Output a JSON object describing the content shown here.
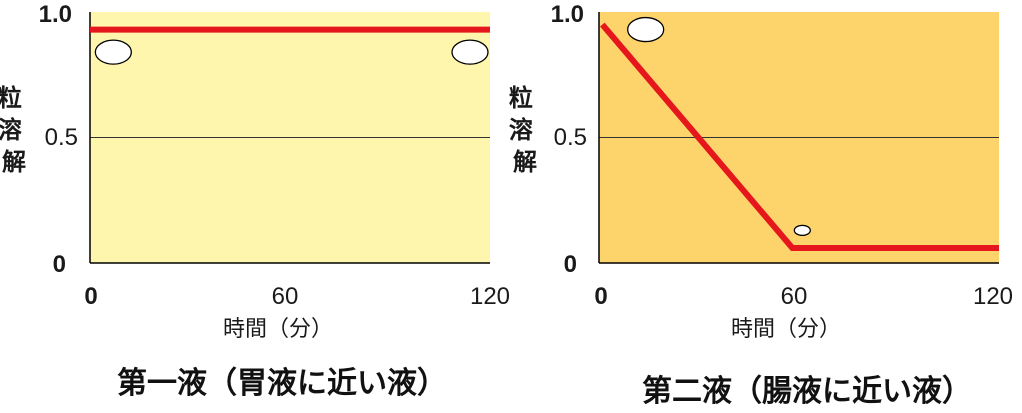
{
  "colors": {
    "panel1_bg": "#fef6ad",
    "panel2_bg": "#fdd46b",
    "line": "#e5161c",
    "grid": "#333333",
    "particle_fill": "#ffffff"
  },
  "chart_data": [
    {
      "type": "line",
      "title": "第一液（胃液に近い液）",
      "xlabel": "時間（分）",
      "ylabel": "粒溶解",
      "xlim": [
        0,
        120
      ],
      "ylim": [
        0,
        1.0
      ],
      "xticks": [
        "0",
        "60",
        "120"
      ],
      "yticks": [
        "0",
        "0.5",
        "1.0"
      ],
      "grid": "horizontal",
      "series": [
        {
          "x": [
            0,
            120
          ],
          "y": [
            0.93,
            0.93
          ]
        }
      ],
      "particles": [
        {
          "x": 7,
          "y": 0.84,
          "size": "large"
        },
        {
          "x": 114,
          "y": 0.84,
          "size": "large"
        }
      ]
    },
    {
      "type": "line",
      "title": "第二液（腸液に近い液）",
      "xlabel": "時間（分）",
      "ylabel": "粒溶解",
      "xlim": [
        0,
        120
      ],
      "ylim": [
        0,
        1.0
      ],
      "xticks": [
        "0",
        "60",
        "120"
      ],
      "yticks": [
        "0",
        "0.5",
        "1.0"
      ],
      "grid": "horizontal",
      "series": [
        {
          "x": [
            1,
            58,
            120
          ],
          "y": [
            0.95,
            0.06,
            0.06
          ]
        }
      ],
      "particles": [
        {
          "x": 14,
          "y": 0.93,
          "size": "large"
        },
        {
          "x": 61,
          "y": 0.13,
          "size": "small"
        }
      ]
    }
  ]
}
